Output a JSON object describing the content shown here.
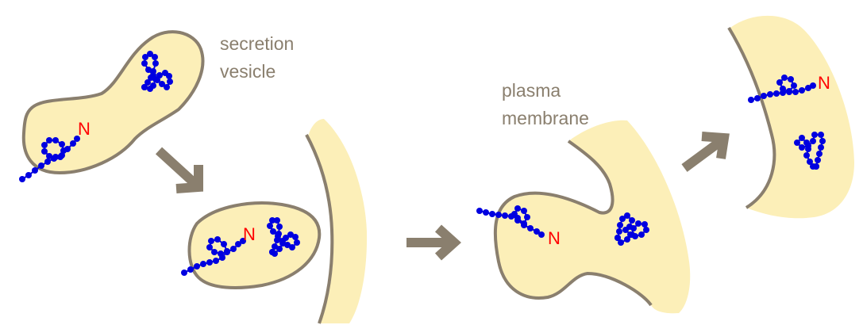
{
  "labels": {
    "secretion_vesicle_line1": "secretion",
    "secretion_vesicle_line2": "vesicle",
    "plasma_membrane_line1": "plasma",
    "plasma_membrane_line2": "membrane",
    "n_terminus": "N"
  },
  "colors": {
    "vesicle_fill": "#fcefb8",
    "membrane_outline": "#8a7f6e",
    "arrow": "#8a7f6e",
    "protein_chain": "#0000e0",
    "n_label": "#ff0000",
    "label_text": "#8a7f6e"
  }
}
